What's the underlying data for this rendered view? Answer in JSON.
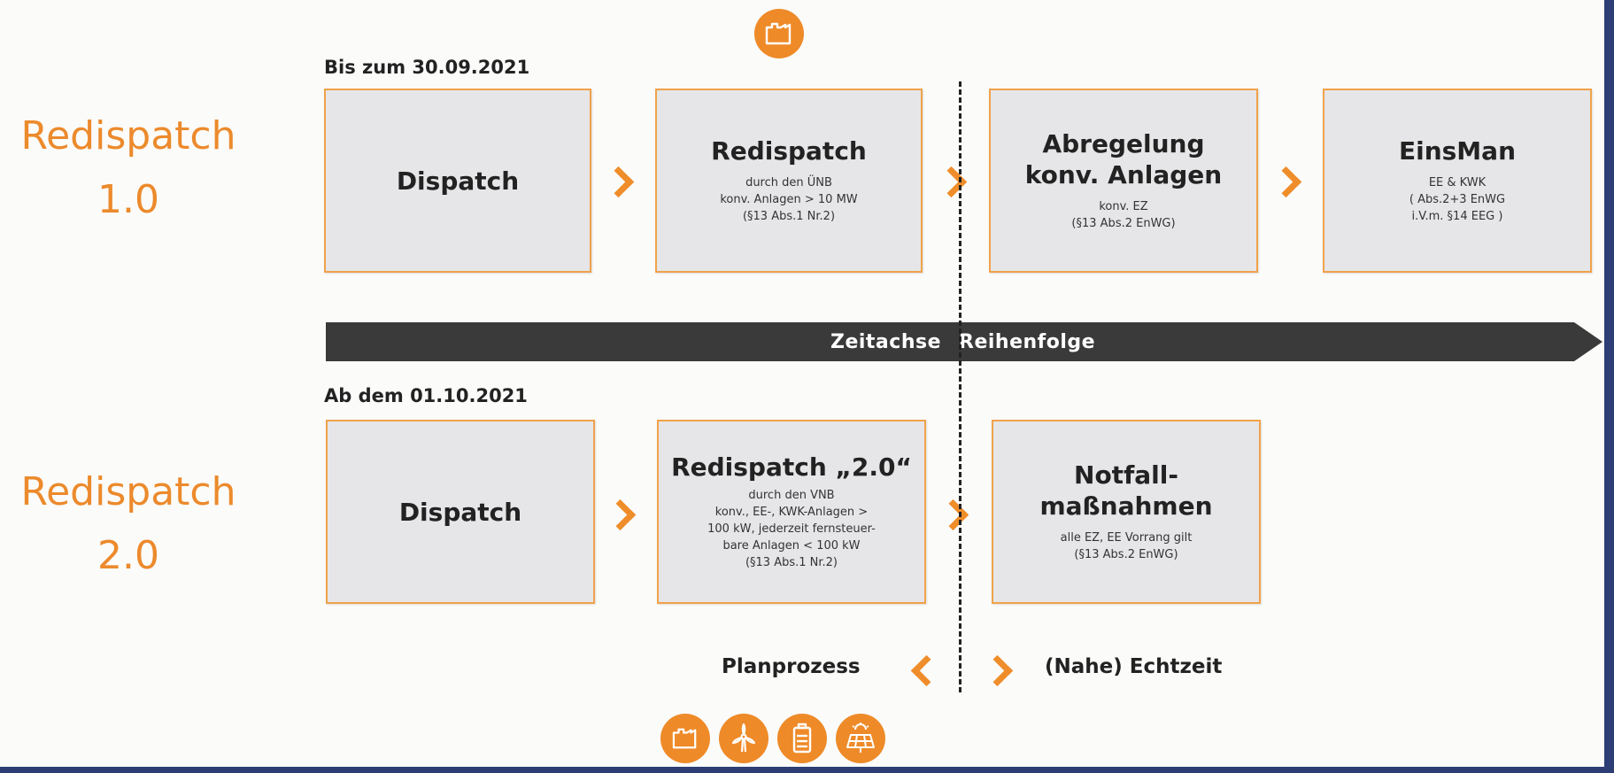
{
  "sections": {
    "rd1": {
      "title": "Redispatch",
      "version": "1.0",
      "date_label": "Bis zum 30.09.2021"
    },
    "rd2": {
      "title": "Redispatch",
      "version": "2.0",
      "date_label": "Ab dem 01.10.2021"
    }
  },
  "row1": [
    {
      "title": "Dispatch",
      "sub": ""
    },
    {
      "title": "Redispatch",
      "sub": "durch den ÜNB\nkonv. Anlagen > 10 MW\n(§13 Abs.1 Nr.2)"
    },
    {
      "title": "Abregelung\nkonv. Anlagen",
      "sub": "konv. EZ\n(§13 Abs.2 EnWG)"
    },
    {
      "title": "EinsMan",
      "sub": "EE & KWK\n( Abs.2+3 EnWG\ni.V.m. §14 EEG )"
    }
  ],
  "row2": [
    {
      "title": "Dispatch",
      "sub": ""
    },
    {
      "title": "Redispatch „2.0“",
      "sub": "durch den VNB\nkonv., EE-, KWK-Anlagen >\n100 kW, jederzeit fernsteuer-\nbare Anlagen < 100 kW\n(§13 Abs.1 Nr.2)"
    },
    {
      "title": "Notfall-\nmaßnahmen",
      "sub": "alle EZ, EE Vorrang gilt\n(§13 Abs.2 EnWG)"
    }
  ],
  "timeline": {
    "left_label": "Zeitachse",
    "right_label": "Reihenfolge"
  },
  "legend": {
    "left": "Planprozess",
    "right": "(Nahe) Echtzeit"
  },
  "colors": {
    "accent": "#ee8a28",
    "box_bg": "#e6e6e8",
    "timeline": "#3a3a3a",
    "frame": "#2c3e73"
  },
  "icons": {
    "top": "factory-icon",
    "bottom": [
      "factory-icon",
      "wind-turbine-icon",
      "battery-icon",
      "solar-panel-icon"
    ]
  }
}
